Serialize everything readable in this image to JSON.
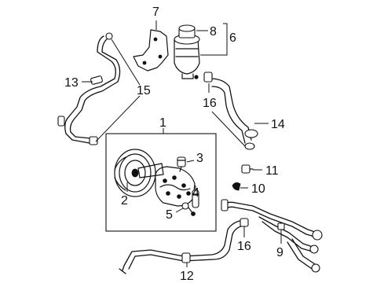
{
  "callouts": {
    "c1": "1",
    "c2": "2",
    "c3": "3",
    "c4": "4",
    "c5": "5",
    "c6": "6",
    "c7": "7",
    "c8": "8",
    "c9": "9",
    "c10": "10",
    "c11": "11",
    "c12": "12",
    "c13": "13",
    "c14": "14",
    "c15": "15",
    "c16a": "16",
    "c16b": "16"
  },
  "parts": [
    {
      "id": "1",
      "name": "power-steering-pump-assembly"
    },
    {
      "id": "2",
      "name": "pump-pulley"
    },
    {
      "id": "3",
      "name": "pressure-switch"
    },
    {
      "id": "4",
      "name": "union-fitting"
    },
    {
      "id": "5",
      "name": "pump-bolt"
    },
    {
      "id": "6",
      "name": "reservoir-tank"
    },
    {
      "id": "7",
      "name": "reservoir-bracket"
    },
    {
      "id": "8",
      "name": "reservoir-cap"
    },
    {
      "id": "9",
      "name": "return-pipe"
    },
    {
      "id": "10",
      "name": "hose-clamp"
    },
    {
      "id": "11",
      "name": "union-bolt"
    },
    {
      "id": "12",
      "name": "pressure-hose-line"
    },
    {
      "id": "13",
      "name": "return-hose"
    },
    {
      "id": "14",
      "name": "suction-hose"
    },
    {
      "id": "15",
      "name": "return-hose-clamp"
    },
    {
      "id": "16",
      "name": "suction-hose-clamp"
    }
  ],
  "colors": {
    "line": "#111111",
    "background": "#ffffff"
  }
}
